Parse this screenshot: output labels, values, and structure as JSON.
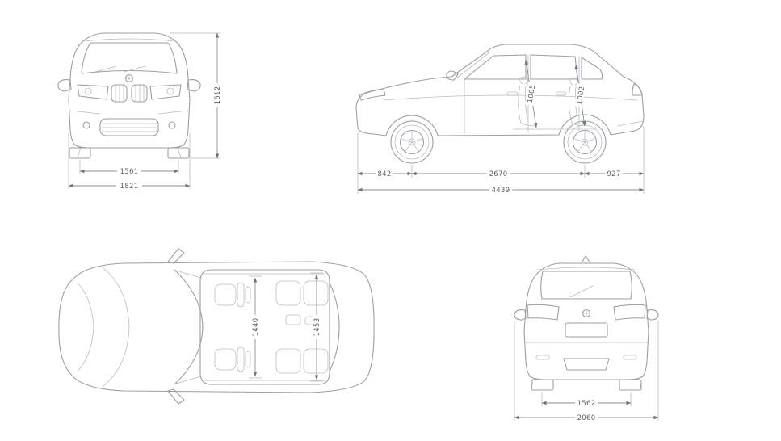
{
  "page": {
    "background": "#ffffff"
  },
  "colors": {
    "outline": "#9aa0a8",
    "detail": "#b7bcc3",
    "dimension_line": "#8a9098",
    "dimension_text": "#5b6067"
  },
  "views": {
    "front": {
      "dims": {
        "track_width": "1561",
        "overall_width": "1821",
        "overall_height": "1612"
      }
    },
    "side": {
      "dims": {
        "front_overhang": "842",
        "wheelbase": "2670",
        "rear_overhang": "927",
        "overall_length": "4439",
        "front_headroom": "1065",
        "rear_headroom": "1002"
      }
    },
    "top": {
      "dims": {
        "front_interior_width": "1440",
        "rear_interior_width": "1453"
      }
    },
    "rear": {
      "dims": {
        "track_width": "1562",
        "overall_width": "2060"
      }
    }
  }
}
